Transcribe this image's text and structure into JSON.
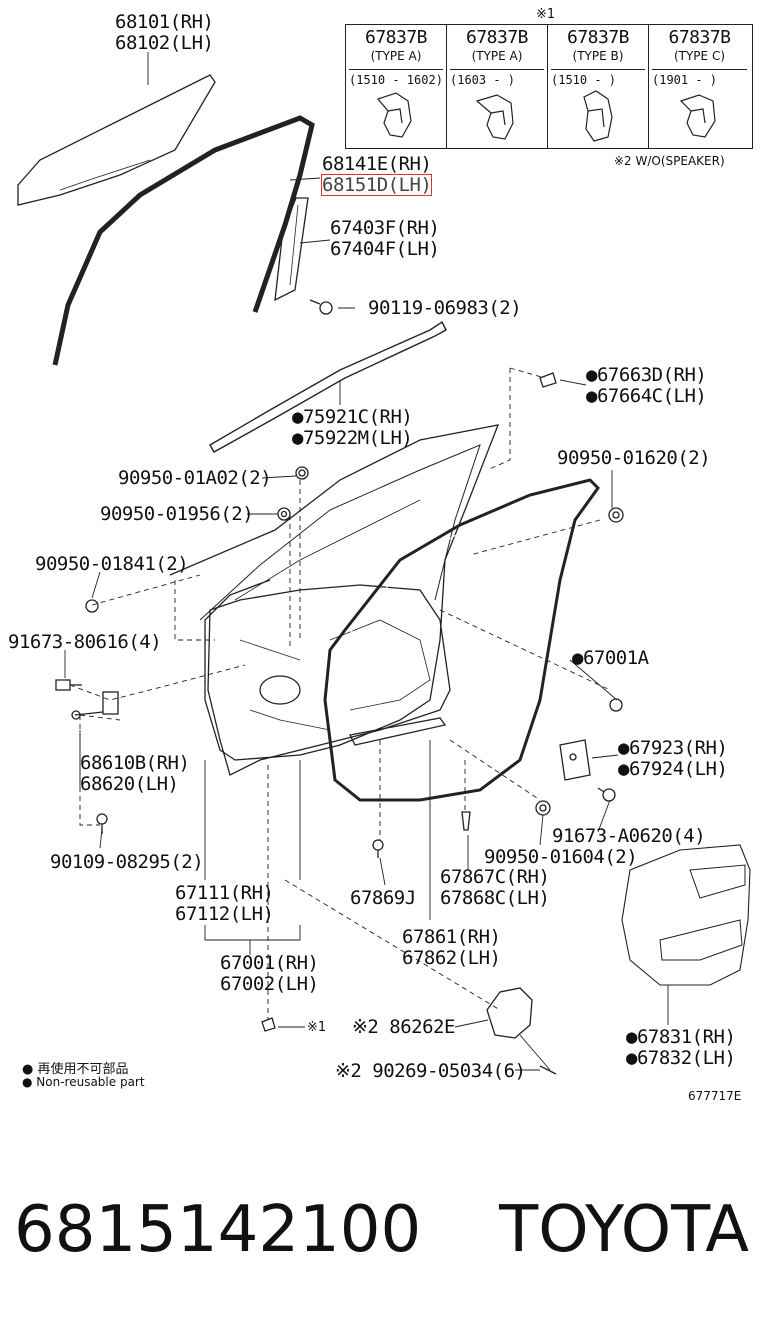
{
  "table": {
    "note_mark": "※1",
    "columns": [
      {
        "part": "67837B",
        "type": "(TYPE A)",
        "date": "(1510 - 1602)"
      },
      {
        "part": "67837B",
        "type": "(TYPE A)",
        "date": "(1603 -    )"
      },
      {
        "part": "67837B",
        "type": "(TYPE B)",
        "date": "(1510 -    )"
      },
      {
        "part": "67837B",
        "type": "(TYPE C)",
        "date": "(1901 -    )"
      }
    ],
    "footnote": "※2 W/O(SPEAKER)"
  },
  "labels": {
    "l68101": "68101(RH)",
    "l68102": "68102(LH)",
    "l68141": "68141E(RH)",
    "l68151": "68151D(LH)",
    "l67403": "67403F(RH)",
    "l67404": "67404F(LH)",
    "l90119": "90119-06983(2)",
    "l67663": "●67663D(RH)",
    "l67664": "●67664C(LH)",
    "l75921": "●75921C(RH)",
    "l75922": "●75922M(LH)",
    "l90950a02": "90950-01A02(2)",
    "l90950620": "90950-01620(2)",
    "l90950956": "90950-01956(2)",
    "l90950841": "90950-01841(2)",
    "l91673a": "91673-80616(4)",
    "l67001a": "●67001A",
    "l68610": "68610B(RH)",
    "l68620": "68620(LH)",
    "l67923": "●67923(RH)",
    "l67924": "●67924(LH)",
    "l91673b": "91673-A0620(4)",
    "l90109": "90109-08295(2)",
    "l90950604": "90950-01604(2)",
    "l67111": "67111(RH)",
    "l67112": "67112(LH)",
    "l67867": "67867C(RH)",
    "l67868": "67868C(LH)",
    "l67869": "67869J",
    "l67861": "67861(RH)",
    "l67862": "67862(LH)",
    "l67001": "67001(RH)",
    "l67002": "67002(LH)",
    "l67831": "●67831(RH)",
    "l67832": "●67832(LH)",
    "l86262": "※2 86262E",
    "l90269": "※2 90269-05034(6)",
    "note1": "※1",
    "legend_jp": "● 再使用不可部品",
    "legend_en": "● Non-reusable part",
    "diagram_code": "677717E"
  },
  "bottom": {
    "part_number": "6815142100",
    "brand": "TOYOTA"
  }
}
